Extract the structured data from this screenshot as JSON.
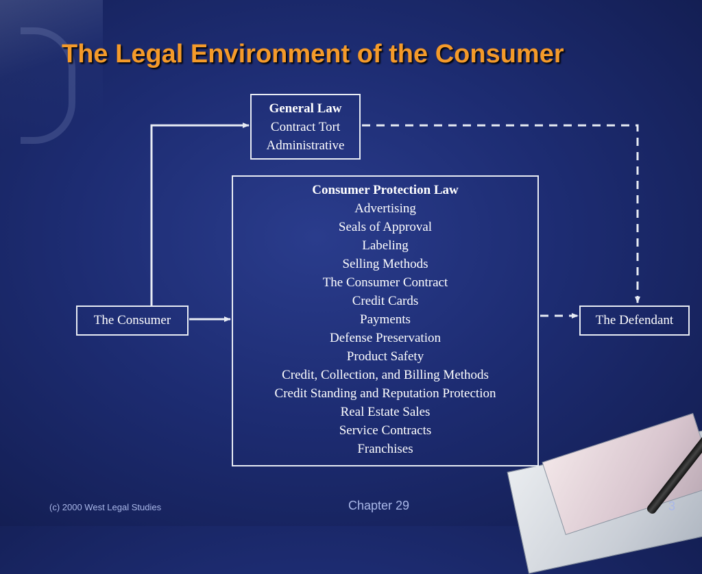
{
  "slide": {
    "title": "The Legal Environment of the Consumer"
  },
  "general_law": {
    "heading": "General Law",
    "lines": [
      "Contract Tort",
      "Administrative"
    ]
  },
  "consumer_protection_law": {
    "heading": "Consumer Protection Law",
    "items": [
      "Advertising",
      "Seals of Approval",
      "Labeling",
      "Selling Methods",
      "The Consumer Contract",
      "Credit Cards",
      "Payments",
      "Defense Preservation",
      "Product Safety",
      "Credit, Collection, and Billing Methods",
      "Credit Standing and Reputation Protection",
      "Real Estate Sales",
      "Service Contracts",
      "Franchises"
    ]
  },
  "consumer": {
    "label": "The Consumer"
  },
  "defendant": {
    "label": "The Defendant"
  },
  "footer": {
    "copyright": "(c) 2000 West Legal Studies",
    "chapter": "Chapter 29",
    "page_number": "3"
  },
  "colors": {
    "title": "#f49a2a",
    "box_border": "#e8ecf4",
    "text": "#ffffff",
    "footer_text": "#a9b7e8"
  }
}
